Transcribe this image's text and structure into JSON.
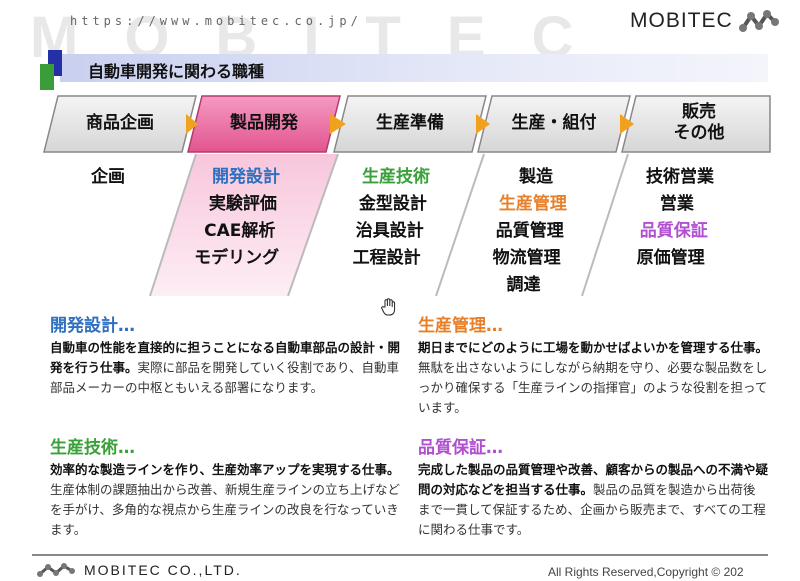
{
  "header": {
    "url": "https://www.mobitec.co.jp/",
    "watermark": "MOBITEC",
    "logo_text": "MOBITEC"
  },
  "title": "自動車開発に関わる職種",
  "flow": {
    "steps": [
      {
        "label": "商品企画"
      },
      {
        "label": "製品開発"
      },
      {
        "label": "生産準備"
      },
      {
        "label": "生産・組付"
      },
      {
        "label": "販売\nその他"
      }
    ],
    "columns": [
      {
        "items": [
          {
            "text": "企画",
            "color": "black"
          }
        ]
      },
      {
        "items": [
          {
            "text": "開発設計",
            "color": "blue"
          },
          {
            "text": "実験評価",
            "color": "black"
          },
          {
            "text": "CAE解析",
            "color": "black"
          },
          {
            "text": "モデリング",
            "color": "black"
          }
        ]
      },
      {
        "items": [
          {
            "text": "生産技術",
            "color": "green"
          },
          {
            "text": "金型設計",
            "color": "black"
          },
          {
            "text": "治具設計",
            "color": "black"
          },
          {
            "text": "工程設計",
            "color": "black"
          }
        ]
      },
      {
        "items": [
          {
            "text": "製造",
            "color": "black"
          },
          {
            "text": "生産管理",
            "color": "orange"
          },
          {
            "text": "品質管理",
            "color": "black"
          },
          {
            "text": "物流管理",
            "color": "black"
          },
          {
            "text": "調達",
            "color": "black"
          }
        ]
      },
      {
        "items": [
          {
            "text": "技術営業",
            "color": "black"
          },
          {
            "text": "営業",
            "color": "black"
          },
          {
            "text": "品質保証",
            "color": "purple"
          },
          {
            "text": "原価管理",
            "color": "black"
          }
        ]
      }
    ]
  },
  "descriptions": {
    "kaihatsu": {
      "heading": "開発設計…",
      "bold": "自動車の性能を直接的に担うことになる自動車部品の設計・開発を行う仕事。",
      "rest": "実際に部品を開発していく役割であり、自動車部品メーカーの中枢ともいえる部署になります。"
    },
    "seisan_kanri": {
      "heading": "生産管理…",
      "bold": "期日までにどのように工場を動かせばよいかを管理する仕事。",
      "rest": "無駄を出さないようにしながら納期を守り、必要な製品数をしっかり確保する「生産ラインの指揮官」のような役割を担っています。"
    },
    "seisan_gijutsu": {
      "heading": "生産技術…",
      "bold": "効率的な製造ラインを作り、生産効率アップを実現する仕事。",
      "rest": "生産体制の課題抽出から改善、新規生産ラインの立ち上げなどを手がけ、多角的な視点から生産ラインの改良を行なっていきます。"
    },
    "hinshitsu_hosho": {
      "heading": "品質保証…",
      "bold": "完成した製品の品質管理や改善、顧客からの製品への不満や疑問の対応などを担当する仕事。",
      "rest": "製品の品質を製造から出荷後まで一貫して保証するため、企画から販売まで、すべての工程に関わる仕事です。"
    }
  },
  "footer": {
    "company": "MOBITEC CO.,LTD.",
    "copyright": "All Rights Reserved,Copyright © 202"
  },
  "colors": {
    "blue": "#2f6fbf",
    "green": "#3aa03a",
    "orange": "#e8802a",
    "purple": "#b04fd0",
    "highlight_pink": "#e85b95",
    "title_bar": "#c9d0f0"
  },
  "icons": {
    "logo": "molecule-logo-icon",
    "cursor": "hand-cursor-icon"
  }
}
